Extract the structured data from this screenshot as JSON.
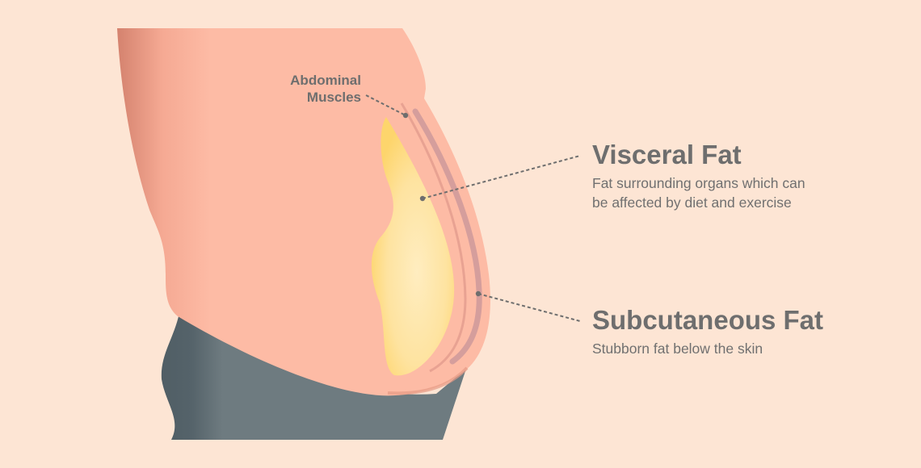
{
  "labels": {
    "abdominal_muscles": [
      "Abdominal",
      "Muscles"
    ],
    "visceral_fat": {
      "title": "Visceral Fat",
      "description": [
        "Fat surrounding organs which can",
        "be affected by diet and exercise"
      ]
    },
    "subcutaneous_fat": {
      "title": "Subcutaneous Fat",
      "description": [
        "Stubborn fat below the skin"
      ]
    }
  },
  "colors": {
    "background": "#fde5d4",
    "skin": "#fdbba5",
    "skin_shadow": "#d4826e",
    "fat": "#fdd97a",
    "muscle": "#d59e9c",
    "pants": "#6e7b80",
    "text": "#6e6e6e"
  }
}
